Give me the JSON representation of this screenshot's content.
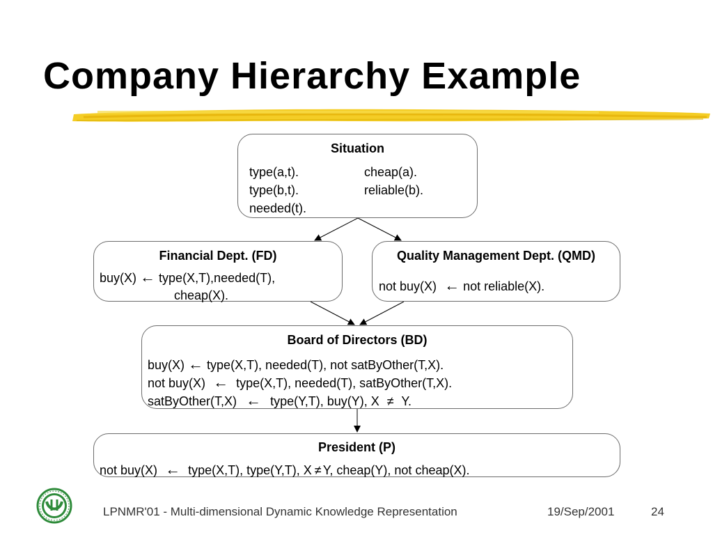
{
  "slide": {
    "title": "Company Hierarchy Example"
  },
  "situation": {
    "title": "Situation",
    "col1": [
      "type(a,t).",
      "type(b,t).",
      "needed(t)."
    ],
    "col2": [
      "cheap(a).",
      "reliable(b)."
    ]
  },
  "fd": {
    "title": "Financial Dept. (FD)",
    "rule_head": "buy(X)",
    "rule_arrow": "←",
    "rule_body_1": "type(X,T),needed(T),",
    "rule_body_2": "cheap(X)."
  },
  "qmd": {
    "title": "Quality Management Dept. (QMD)",
    "rule_head": "not buy(X)",
    "rule_arrow": "←",
    "rule_body": "not reliable(X)."
  },
  "bd": {
    "title": "Board of Directors (BD)",
    "rules": [
      {
        "head": "buy(X)",
        "arrow": "←",
        "body": "type(X,T), needed(T), not satByOther(T,X)."
      },
      {
        "head": "not buy(X)",
        "arrow": "←",
        "body": "type(X,T), needed(T), satByOther(T,X)."
      },
      {
        "head": "satByOther(T,X)",
        "arrow": "←",
        "body": "type(Y,T), buy(Y), X",
        "neq": "≠",
        "tail": "Y."
      }
    ]
  },
  "president": {
    "title": "President (P)",
    "rule_head": "not buy(X)",
    "rule_arrow": "←",
    "rule_body_1": "type(X,T), type(Y,T), X",
    "neq": "≠",
    "rule_body_2": "Y, cheap(Y), not cheap(X)."
  },
  "footer": {
    "text": "LPNMR'01 - Multi-dimensional Dynamic Knowledge Representation",
    "date": "19/Sep/2001",
    "page": "24"
  },
  "colors": {
    "highlighter": "#f2c400",
    "box_border": "#6b6b6b",
    "logo_green": "#2e8b3a"
  },
  "icons": {
    "logo": "university-seal-logo"
  }
}
